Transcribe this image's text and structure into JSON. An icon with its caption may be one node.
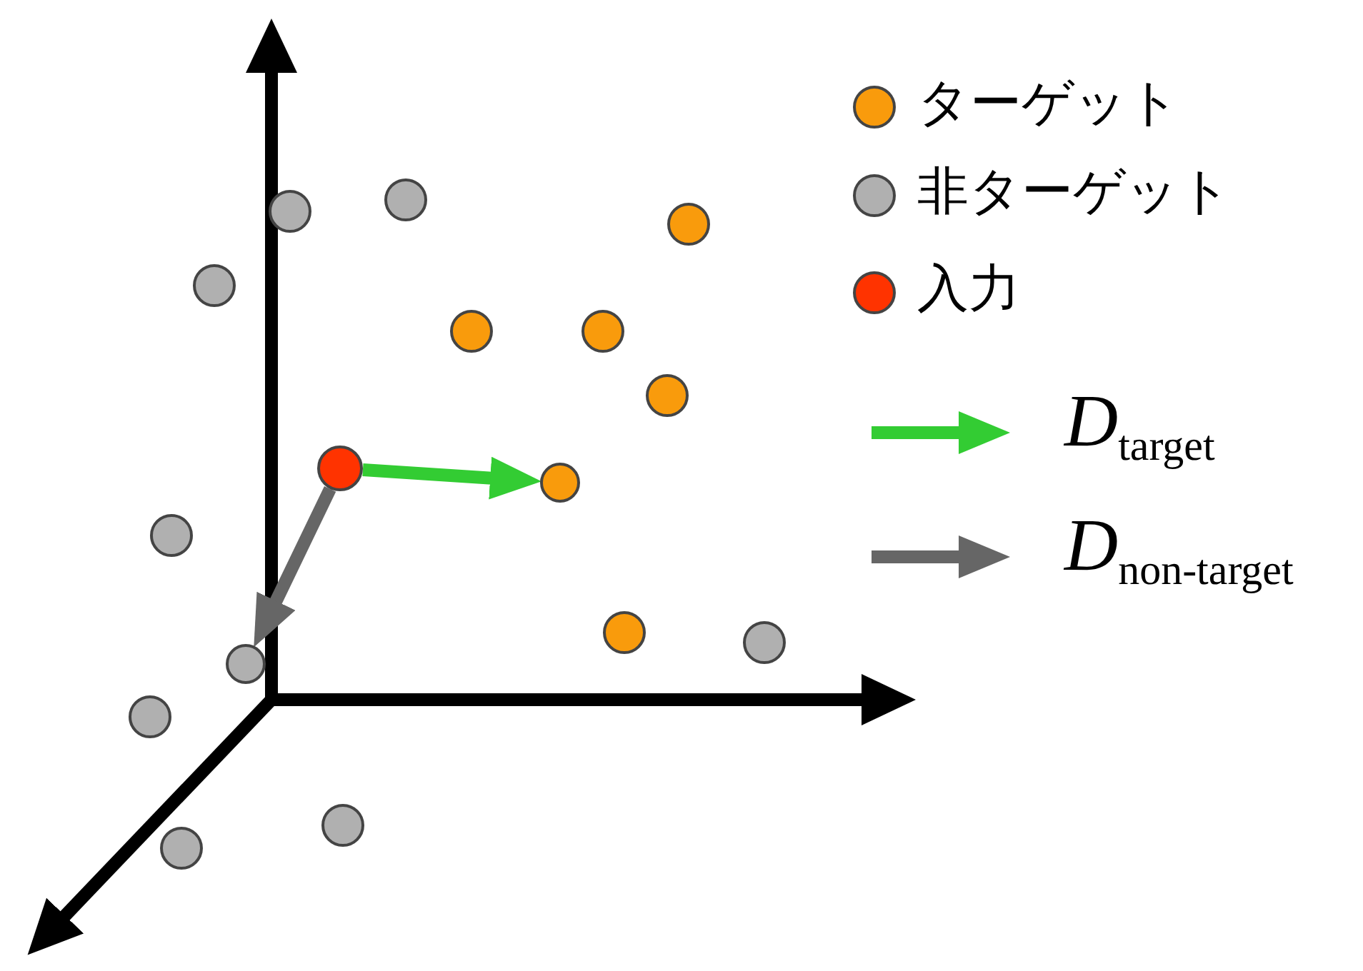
{
  "diagram": {
    "nodes": [
      {
        "text": [],
        "shape": "circle"
      },
      {
        "text": [],
        "shape": "circle"
      },
      {
        "text": [],
        "shape": "circle"
      }
    ],
    "edges": [
      {
        "from": 0,
        "to": 1,
        "arrow": "to",
        "color": "#33cc33"
      },
      {
        "from": 0,
        "to": 2,
        "arrow": "to",
        "color": "#666666"
      }
    ],
    "legend": [
      {
        "text": "ターゲット",
        "color": "#f99b0c"
      },
      {
        "text": "非ターゲット",
        "color": "#b0b0b0"
      },
      {
        "text": "入力",
        "color": "#ff3300"
      },
      {
        "text": "*D*$_{target}$"
      },
      {
        "text": "*D*$_{non-target}$"
      }
    ]
  }
}
